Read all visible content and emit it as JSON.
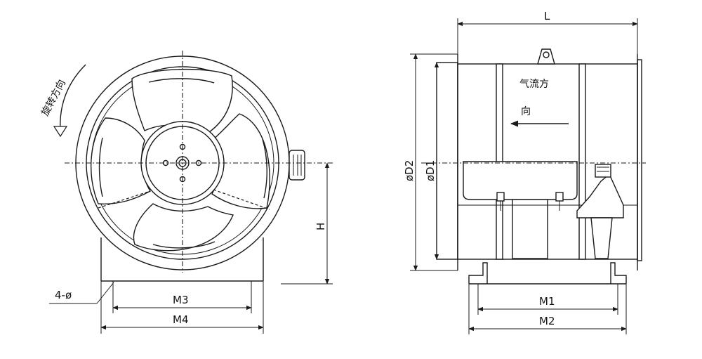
{
  "labels": {
    "rotation_direction": "旋转方向",
    "airflow_line1": "气流方",
    "airflow_line2": "向",
    "bolt_holes": "4-ø",
    "dim_M3": "M3",
    "dim_M4": "M4",
    "dim_M1": "M1",
    "dim_M2": "M2",
    "dim_H": "H",
    "dim_L": "L",
    "dim_D1": "øD1",
    "dim_D2": "øD2"
  }
}
